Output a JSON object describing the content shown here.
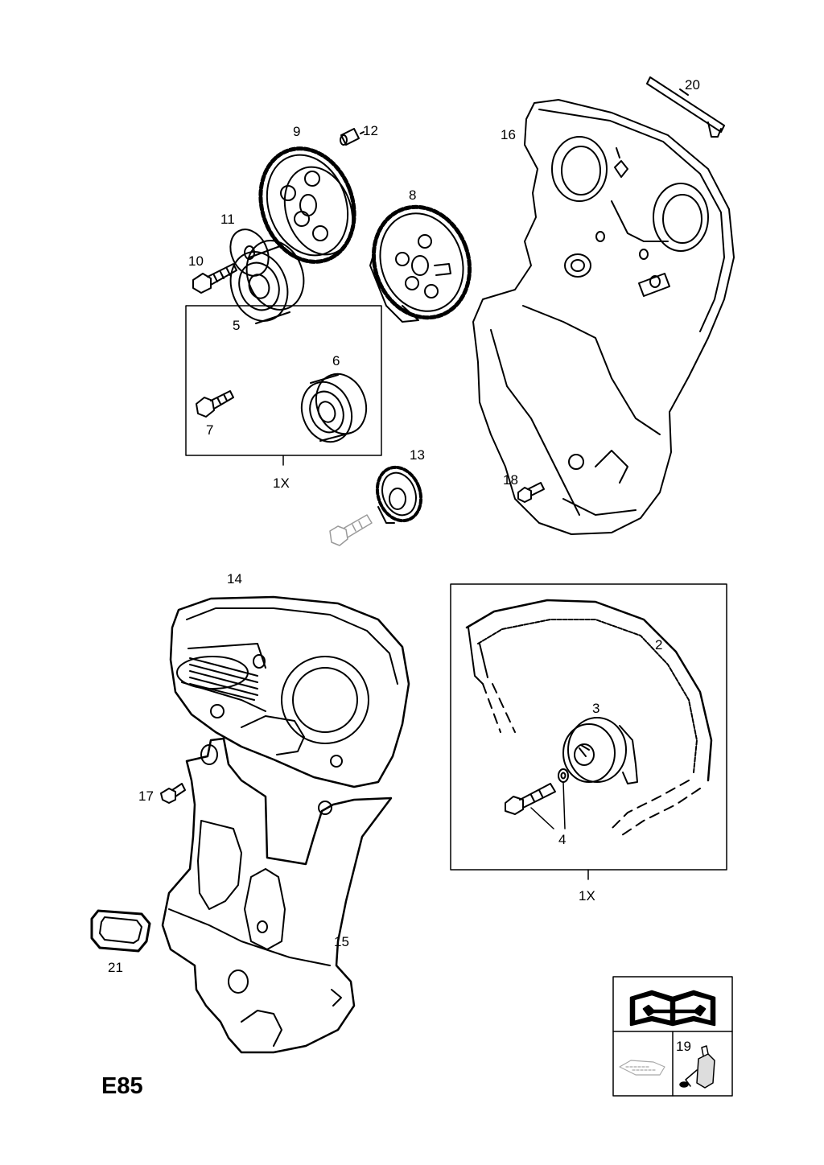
{
  "diagram": {
    "code": "E85",
    "callouts": {
      "c2": "2",
      "c3": "3",
      "c4": "4",
      "c5": "5",
      "c6": "6",
      "c7": "7",
      "c8": "8",
      "c9": "9",
      "c10": "10",
      "c11": "11",
      "c12": "12",
      "c13": "13",
      "c14": "14",
      "c15": "15",
      "c16": "16",
      "c17": "17",
      "c18": "18",
      "c19": "19",
      "c20": "20",
      "c21": "21"
    },
    "kit_labels": {
      "kit_left": "1X",
      "kit_right": "1X"
    }
  },
  "icons": {
    "manual": "open-book-wrench-icon",
    "sealant": "sealant-tube-icon",
    "apply_area": "sealant-application-icon"
  }
}
